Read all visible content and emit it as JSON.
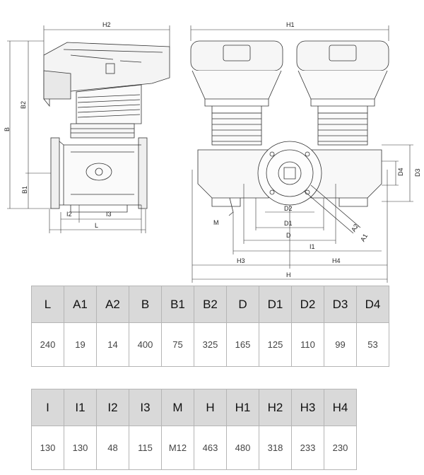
{
  "drawing": {
    "labels": {
      "H2": "H2",
      "H1": "H1",
      "B": "B",
      "B2": "B2",
      "B1": "B1",
      "I2": "I2",
      "I3": "I3",
      "L": "L",
      "M": "M",
      "D2": "D2",
      "D1": "D1",
      "D": "D",
      "I1": "I1",
      "H3": "H3",
      "H4": "H4",
      "H": "H",
      "D3": "D3",
      "D4": "D4",
      "A1": "A1",
      "A2": "A2"
    }
  },
  "table1": {
    "headers": [
      "L",
      "A1",
      "A2",
      "B",
      "B1",
      "B2",
      "D",
      "D1",
      "D2",
      "D3",
      "D4"
    ],
    "values": [
      "240",
      "19",
      "14",
      "400",
      "75",
      "325",
      "165",
      "125",
      "110",
      "99",
      "53"
    ]
  },
  "table2": {
    "headers": [
      "I",
      "I1",
      "I2",
      "I3",
      "M",
      "H",
      "H1",
      "H2",
      "H3",
      "H4"
    ],
    "values": [
      "130",
      "130",
      "48",
      "115",
      "M12",
      "463",
      "480",
      "318",
      "233",
      "230"
    ]
  }
}
